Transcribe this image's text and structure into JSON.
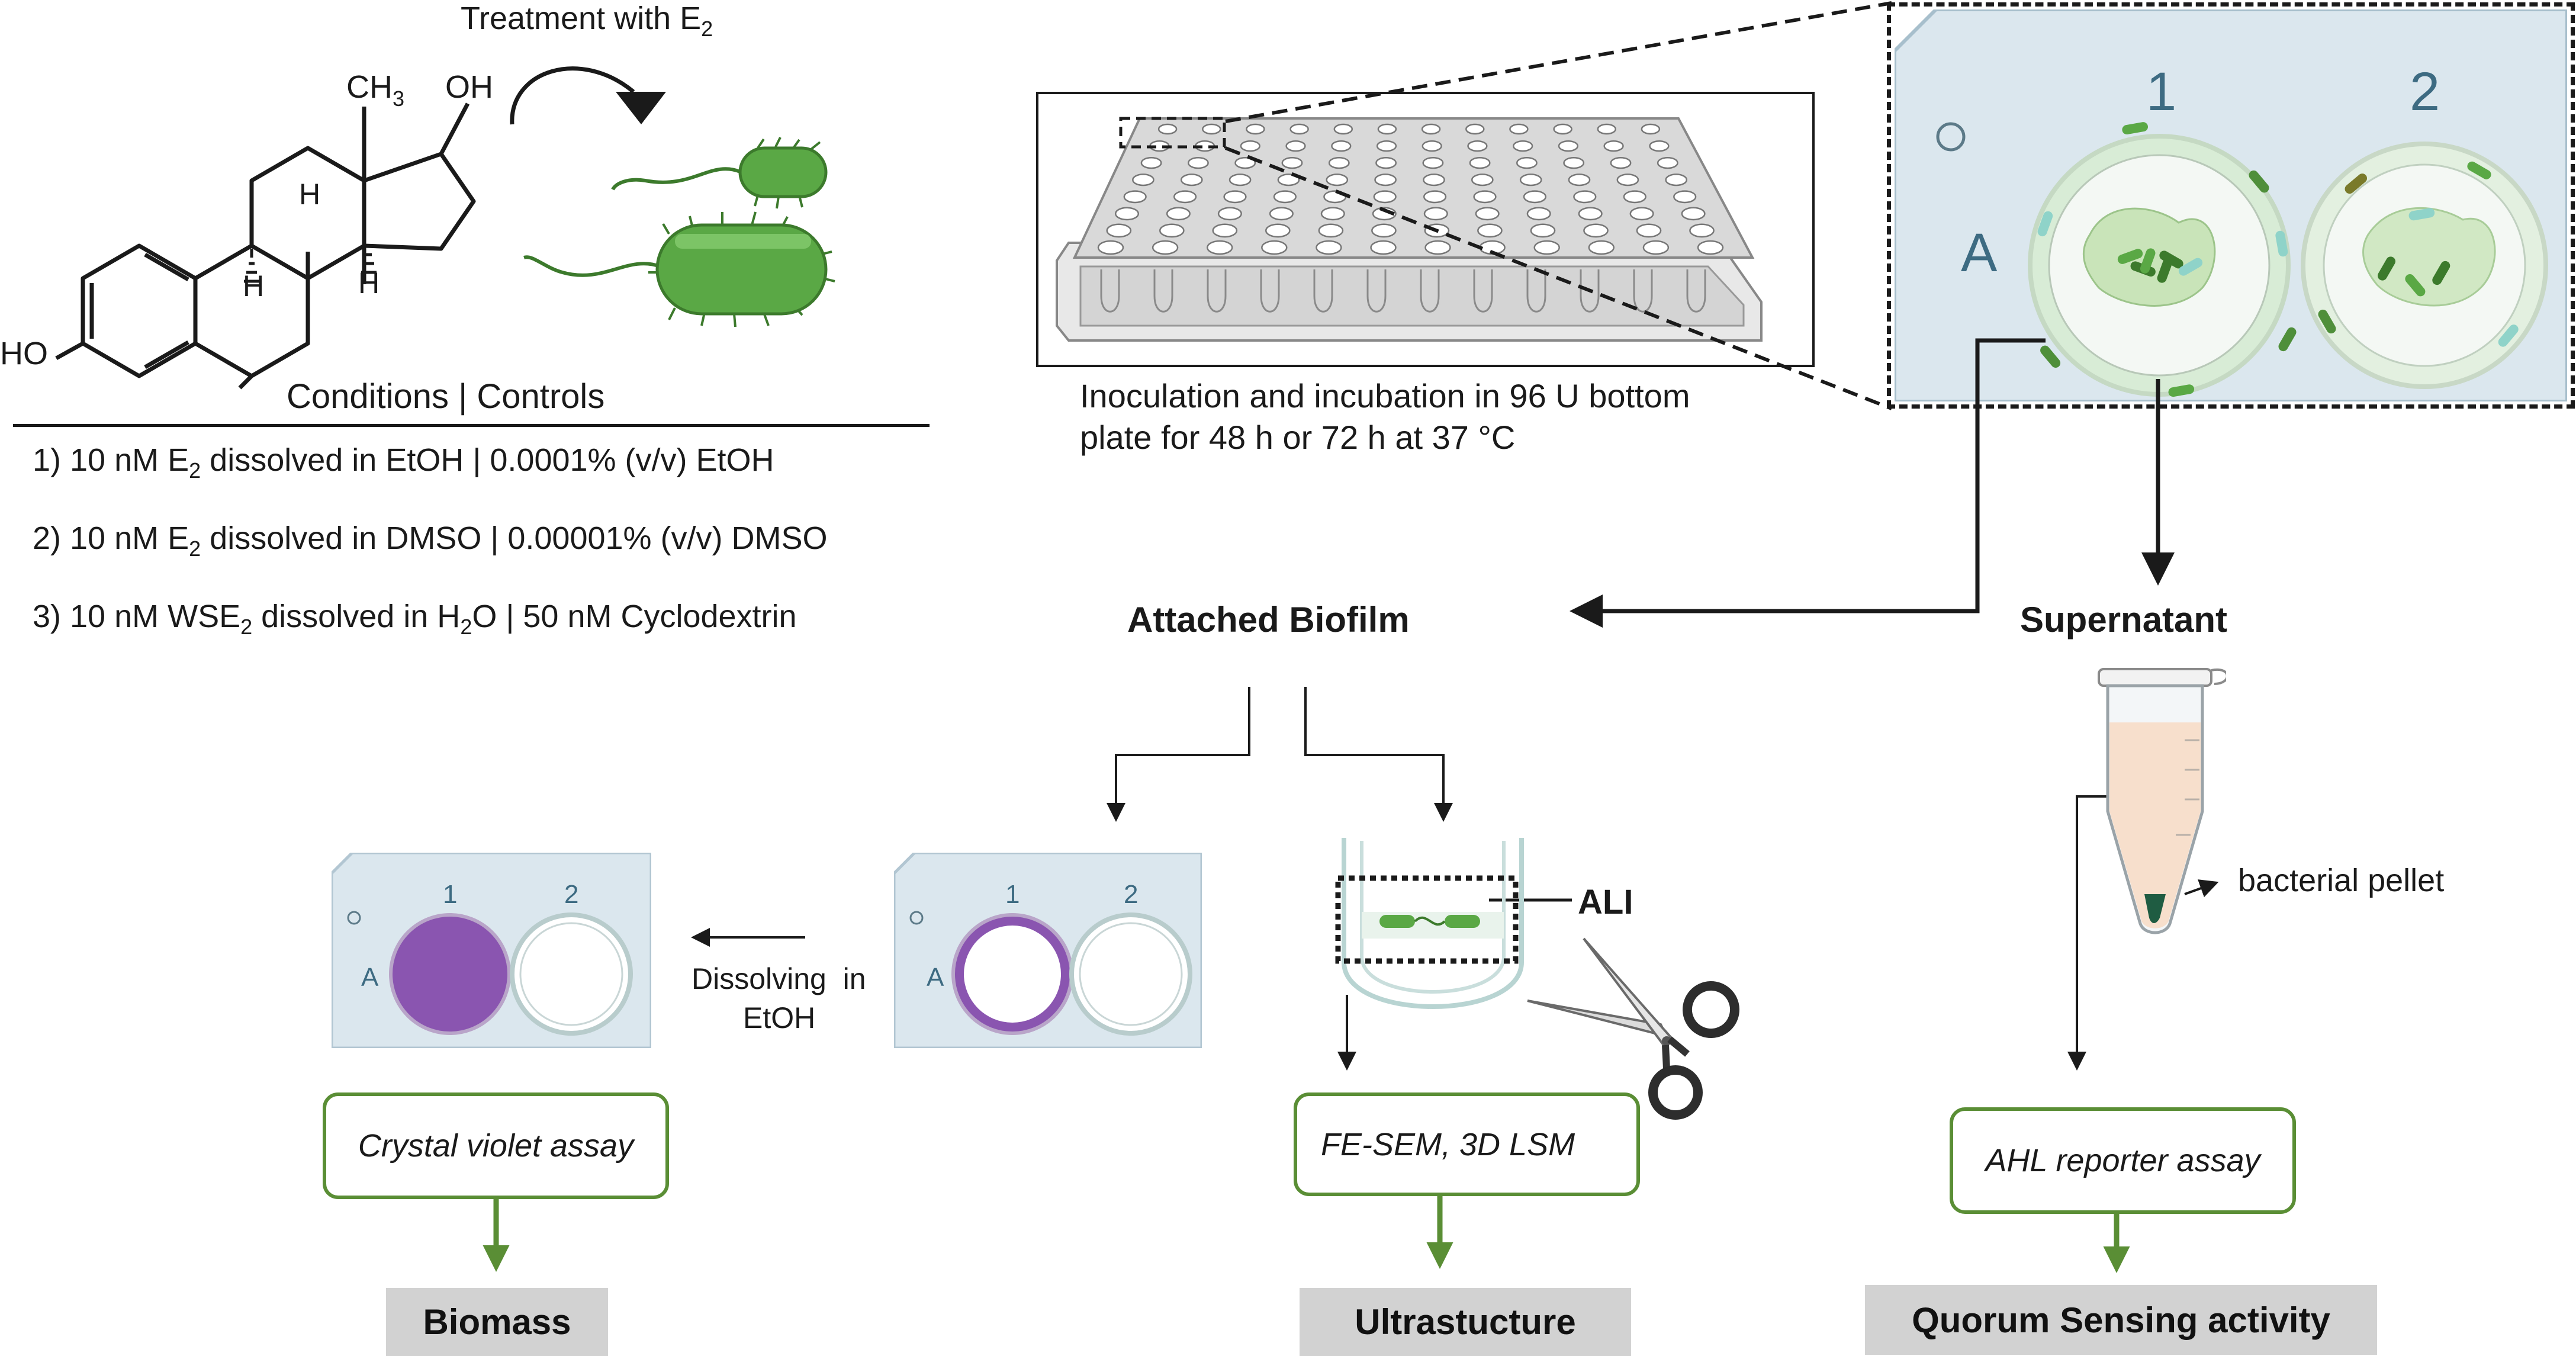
{
  "treatment": {
    "label": "Treatment with E",
    "label_sub": "2"
  },
  "molecule": {
    "ch3": "CH",
    "ch3_sub": "3",
    "oh_top": "OH",
    "ho_left": "HO",
    "h1": "H",
    "h2": "H",
    "h3": "H"
  },
  "conditions": {
    "header": "Conditions | Controls",
    "rows": [
      {
        "pre": "1) 10 nM E",
        "sub": "2",
        "post": " dissolved in EtOH | 0.0001% (v/v) EtOH"
      },
      {
        "pre": "2) 10 nM E",
        "sub": "2",
        "post": " dissolved in DMSO | 0.00001% (v/v) DMSO"
      },
      {
        "pre": "3) 10 nM WSE",
        "sub": "2",
        "post": " dissolved in H",
        "sub2": "2",
        "post2": "O | 50 nM Cyclodextrin"
      }
    ]
  },
  "plate": {
    "caption_line1": "Inoculation and incubation in 96 U bottom",
    "caption_line2": "plate for 48 h or 72 h at 37 °C"
  },
  "zoom": {
    "col1": "1",
    "col2": "2",
    "row": "A"
  },
  "attached": {
    "title": "Attached Biofilm"
  },
  "supernatant": {
    "title": "Supernatant",
    "pellet": "bacterial pellet"
  },
  "cv_plate": {
    "col1": "1",
    "col2": "2",
    "row": "A"
  },
  "stain_plate": {
    "col1": "1",
    "col2": "2",
    "row": "A"
  },
  "dissolving": {
    "line1": "Dissolving  in",
    "line2": "EtOH"
  },
  "ali": {
    "label": "ALI"
  },
  "assays": {
    "crystal": "Crystal violet assay",
    "sem": "FE-SEM, 3D LSM",
    "ahl": "AHL reporter assay"
  },
  "results": {
    "biomass": "Biomass",
    "ultra": "Ultrastucture",
    "quorum": "Quorum Sensing activity"
  },
  "colors": {
    "assay_border": "#5a8e35",
    "arrow_green": "#5a8e35",
    "crystal_violet": "#8a55b0",
    "bacteria": "#5aa845",
    "result_bg": "#d2d2d2"
  }
}
